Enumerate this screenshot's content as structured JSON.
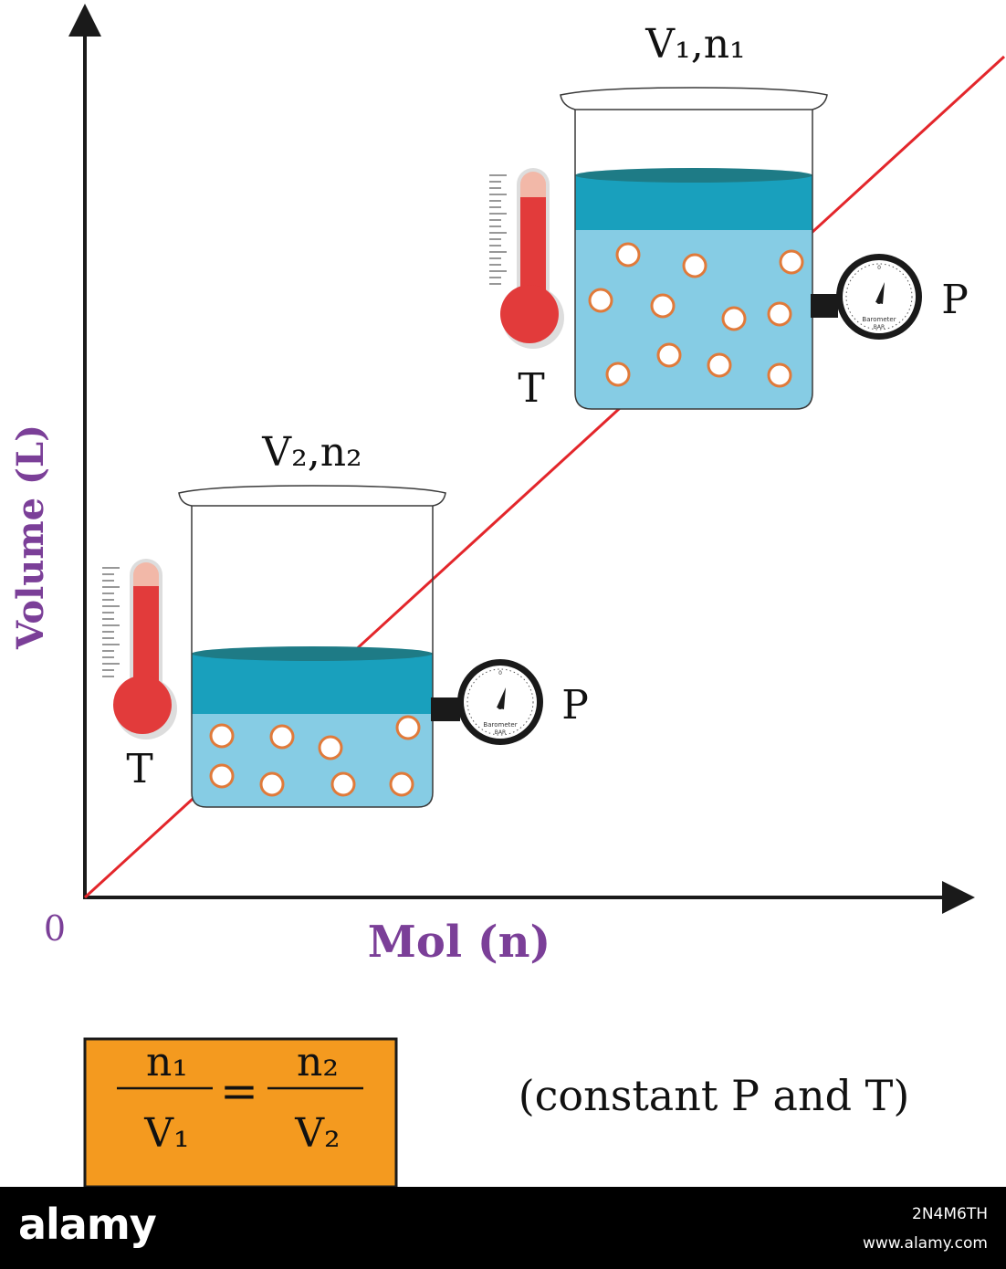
{
  "axes": {
    "y_label": "Volume (L)",
    "x_label": "Mol (n)",
    "origin": "0"
  },
  "state1": {
    "label": "V₁,n₁",
    "thermometer_label": "T",
    "gauge_label": "P",
    "gauge_name": "Barometer",
    "gauge_unit": "BAR",
    "gauge_zero": "0"
  },
  "state2": {
    "label": "V₂,n₂",
    "thermometer_label": "T",
    "gauge_label": "P",
    "gauge_name": "Barometer",
    "gauge_unit": "BAR",
    "gauge_zero": "0"
  },
  "formula": {
    "left_num": "n₁",
    "left_den": "V₁",
    "equals": "=",
    "right_num": "n₂",
    "right_den": "V₂",
    "condition": "(constant P and T)"
  },
  "footer": {
    "brand": "alamy",
    "image_id": "2N4M6TH",
    "site": "www.alamy.com"
  },
  "colors": {
    "axis_label": "#7b3f98",
    "line": "#e3262b",
    "liquid_light": "#86cce4",
    "liquid_band": "#19a0bd",
    "liquid_top": "#1e7b86",
    "particle_border": "#e07a3a",
    "thermo_red": "#e23b3b",
    "formula_box": "#f49a1f"
  },
  "icons": [
    "thermometer-icon",
    "pressure-gauge-icon",
    "beaker-icon"
  ]
}
